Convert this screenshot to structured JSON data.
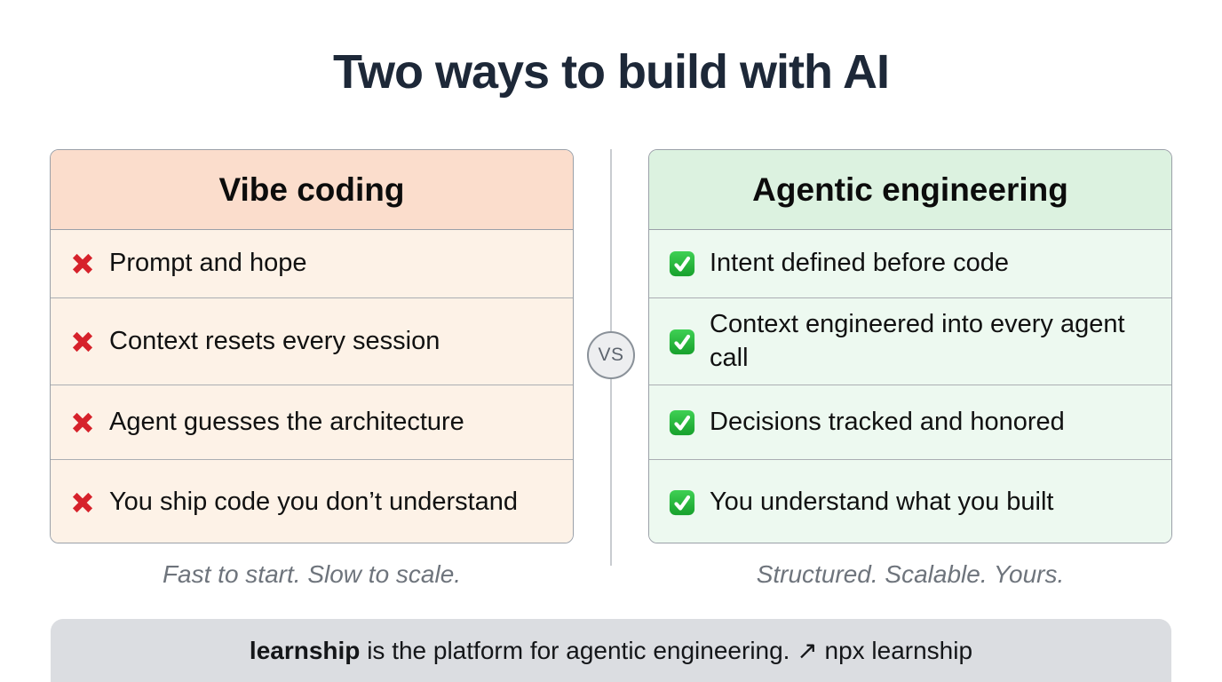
{
  "title": "Two ways to build with AI",
  "vs_label": "VS",
  "panels": [
    {
      "title": "Vibe coding",
      "icon": "x-mark-icon",
      "rows": [
        "Prompt and hope",
        "Context resets every session",
        "Agent guesses the architecture",
        "You ship code you don’t understand"
      ],
      "caption": "Fast to start. Slow to scale.",
      "colors": {
        "header_bg": "#fbddcc",
        "row_bg": "#fdf2e7",
        "icon": "#d6222b"
      }
    },
    {
      "title": "Agentic engineering",
      "icon": "check-mark-icon",
      "rows": [
        "Intent defined before code",
        "Context engineered into every agent call",
        "Decisions tracked and honored",
        "You understand what you built"
      ],
      "caption": "Structured. Scalable. Yours.",
      "colors": {
        "header_bg": "#dcf2e0",
        "row_bg": "#edf9f0",
        "icon": "#23b33a"
      }
    }
  ],
  "footer": {
    "brand": "learnship",
    "text": " is the platform for agentic engineering. ",
    "arrow": "↗",
    "command": " npx learnship"
  },
  "colors": {
    "title_text": "#1d2838",
    "caption_text": "#6e747c",
    "footer_bg": "#dbdde1",
    "divider": "#c9ccd0",
    "vs_badge_bg": "#edeef0",
    "vs_badge_border": "#8a9199"
  }
}
